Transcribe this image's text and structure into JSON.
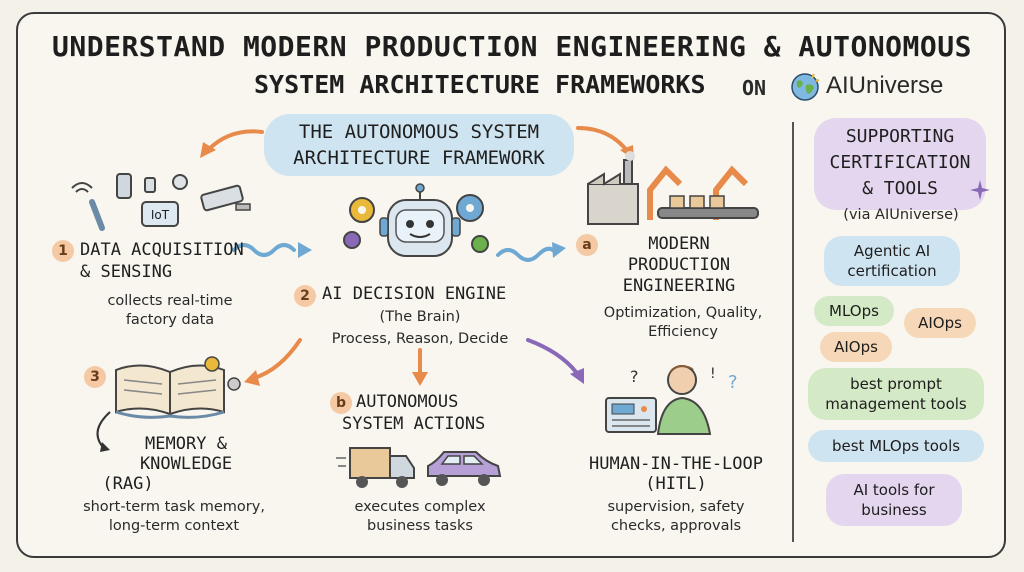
{
  "header": {
    "title_line1": "UNDERSTAND MODERN PRODUCTION ENGINEERING & AUTONOMOUS",
    "title_line2": "SYSTEM ARCHITECTURE FRAMEWORKS",
    "on": "ON",
    "brand": "AIUniverse"
  },
  "framework": {
    "title_line1": "THE AUTONOMOUS SYSTEM",
    "title_line2": "ARCHITECTURE FRAMEWORK"
  },
  "nodes": {
    "data_acquisition": {
      "number": "1",
      "iot_label": "IoT",
      "title_line1": "DATA ACQUISITION",
      "title_line2": "& SENSING",
      "desc_line1": "collects real-time",
      "desc_line2": "factory data"
    },
    "ai_engine": {
      "number": "2",
      "title": "AI DECISION ENGINE",
      "subtitle": "(The Brain)",
      "desc": "Process, Reason, Decide"
    },
    "production": {
      "number": "a",
      "title_line1": "MODERN",
      "title_line2": "PRODUCTION",
      "title_line3": "ENGINEERING",
      "desc_line1": "Optimization, Quality,",
      "desc_line2": "Efficiency"
    },
    "memory": {
      "number": "3",
      "title_line1": "MEMORY &",
      "title_line2": "KNOWLEDGE",
      "title_line3": "(RAG)",
      "desc_line1": "short-term task memory,",
      "desc_line2": "long-term context"
    },
    "actions": {
      "number": "b",
      "title_line1": "AUTONOMOUS",
      "title_line2": "SYSTEM ACTIONS",
      "desc_line1": "executes complex",
      "desc_line2": "business tasks"
    },
    "hitl": {
      "title_line1": "HUMAN-IN-THE-LOOP",
      "title_line2": "(HITL)",
      "desc_line1": "supervision, safety",
      "desc_line2": "checks, approvals"
    }
  },
  "sidebar": {
    "title_line1": "SUPPORTING",
    "title_line2": "CERTIFICATION",
    "title_line3": "& TOOLS",
    "via": "(via AIUniverse)",
    "pills": {
      "agentic_line1": "Agentic AI",
      "agentic_line2": "certification",
      "mlops": "MLOps",
      "aiops_right": "AIOps",
      "aiops_left": "AIOps",
      "prompt_line1": "best prompt",
      "prompt_line2": "management tools",
      "best_mlops": "best MLOps tools",
      "ai_tools_line1": "AI tools for",
      "ai_tools_line2": "business"
    }
  },
  "colors": {
    "blue_pill": "#cfe4f1",
    "green_pill": "#d4e9c6",
    "orange_pill": "#f6d8b8",
    "purple_pill": "#e4d6ef",
    "arrow_orange": "#e88a4a",
    "arrow_blue": "#6fa9d3",
    "arrow_purple": "#8a68b8"
  }
}
